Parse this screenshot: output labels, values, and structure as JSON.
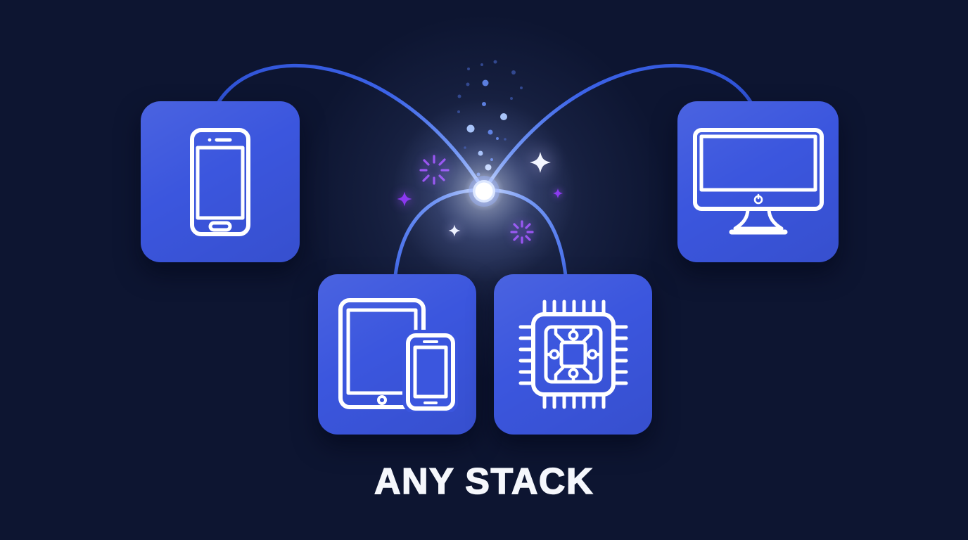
{
  "title": "ANY STACK",
  "hub": {
    "type": "glowing-orb",
    "description": "central light hub with rising particle dots and sparkles"
  },
  "tiles": [
    {
      "id": "smartphone",
      "icon": "smartphone-icon"
    },
    {
      "id": "desktop",
      "icon": "desktop-monitor-icon"
    },
    {
      "id": "tablet-phone",
      "icon": "tablet-phone-icon"
    },
    {
      "id": "chip",
      "icon": "processor-chip-icon"
    }
  ],
  "decorations": [
    "sparkle-burst-left",
    "sparkle-burst-bottom",
    "star-white-large",
    "star-white-small",
    "star-purple-left",
    "star-purple-right",
    "particle-dots"
  ],
  "colors": {
    "background": "#0d1531",
    "tile": "#3b56de",
    "icon_stroke": "#ffffff",
    "connector": "#3c63e8",
    "sparkle_purple": "#9b4df0",
    "title_color": "#f5f7fc"
  }
}
